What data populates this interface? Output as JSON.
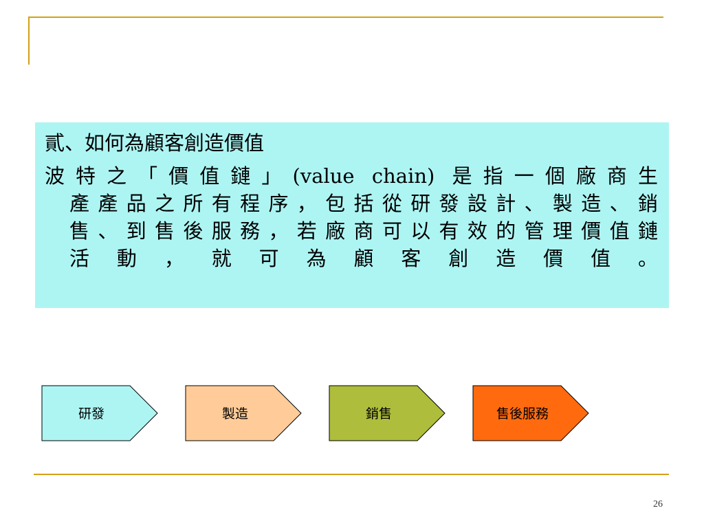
{
  "slide": {
    "heading": "貳、如何為顧客創造價值",
    "body_lines": [
      "波特之「價值鏈」(value chain) 是指一個廠商生",
      "產產品之所有程序，包括從研發設計、製造、銷",
      "售、到售後服務，若廠商可以有效的管理價值鏈",
      "活 動 ， 就 可 為 顧 客 創 造 價 值 。"
    ],
    "page_number": "26"
  },
  "value_chain": {
    "steps": [
      {
        "label": "研發",
        "color": "#adf5f3"
      },
      {
        "label": "製造",
        "color": "#ffcc99"
      },
      {
        "label": "銷售",
        "color": "#aebd3c"
      },
      {
        "label": "售後服務",
        "color": "#ff6a0f"
      }
    ]
  },
  "colors": {
    "frame_line": "#d4a017",
    "text_box_background": "#adf5f3"
  }
}
